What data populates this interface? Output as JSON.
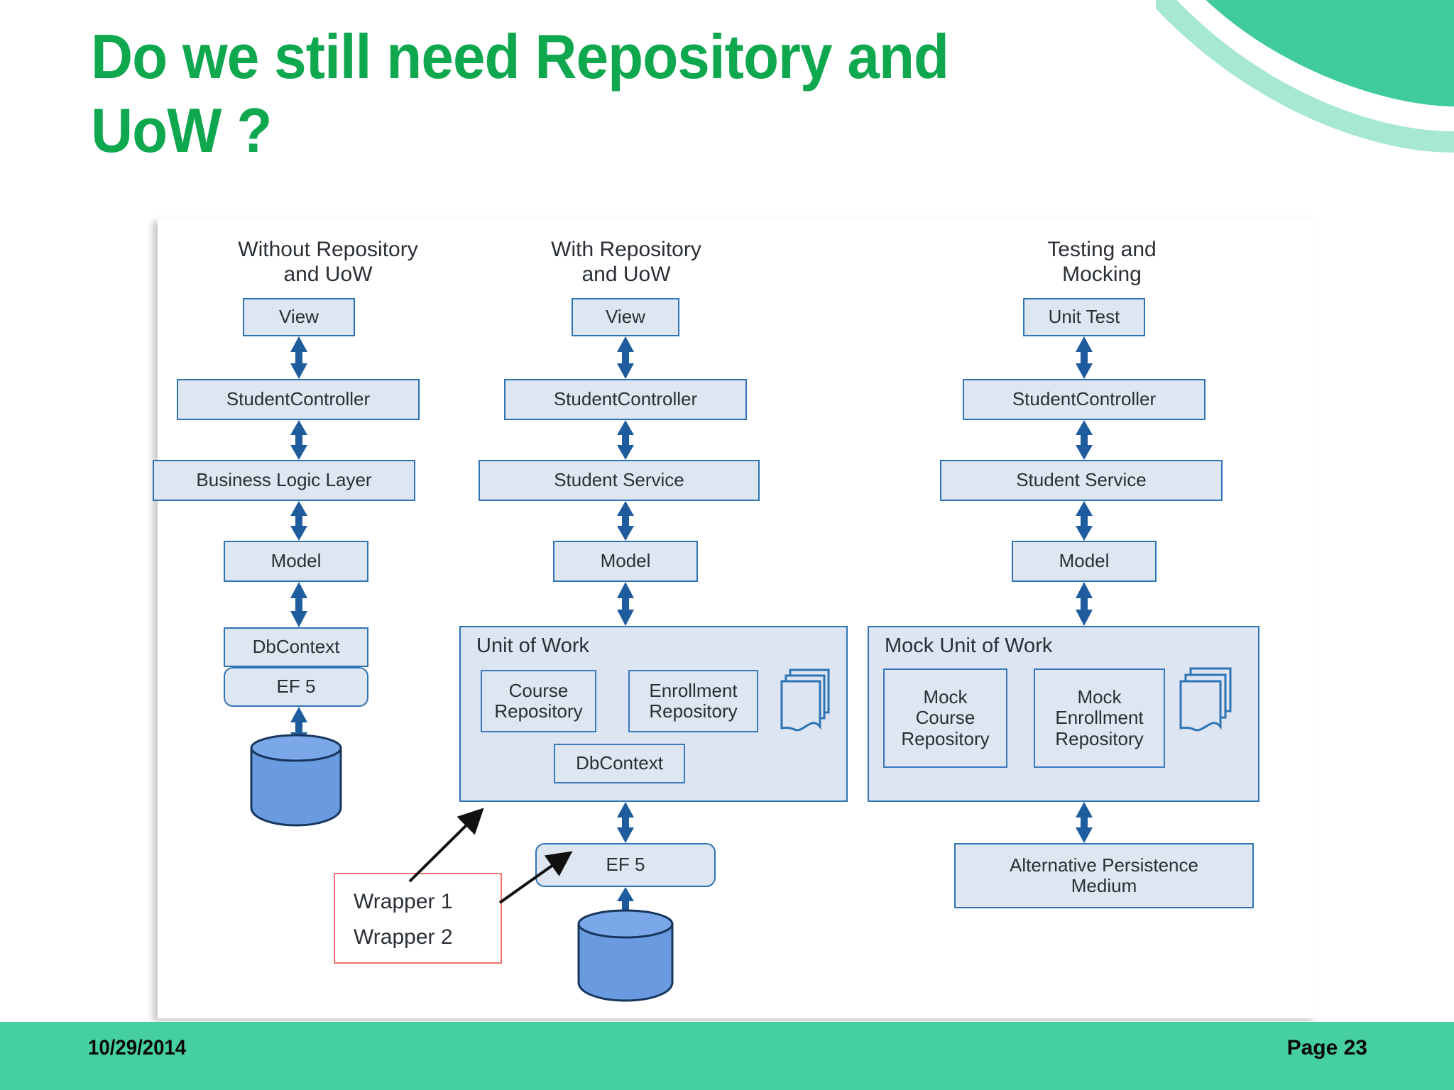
{
  "slide": {
    "title": "Do we still need Repository and\nUoW ?",
    "title_color": "#0FA84F",
    "footer": {
      "date": "10/29/2014",
      "page": "Page 23",
      "bar_color": "#46CFA0"
    },
    "decoration": {
      "swoosh_color_1": "#3FCB9E",
      "swoosh_color_2": "#A6E8D1"
    }
  },
  "diagram": {
    "palette": {
      "box_fill": "#DEE6F1",
      "box_border": "#2E74B5",
      "arrow": "#1F5C9E",
      "cylinder_fill": "#6A9BE0",
      "cylinder_stroke": "#17365D",
      "callout_border": "#F2736F"
    },
    "columns": [
      {
        "heading": "Without Repository\nand UoW",
        "nodes": [
          {
            "label": "View"
          },
          {
            "label": "StudentController"
          },
          {
            "label": "Business Logic Layer"
          },
          {
            "label": "Model"
          },
          {
            "label": "DbContext"
          },
          {
            "label": "EF 5"
          }
        ],
        "has_database": true
      },
      {
        "heading": "With Repository\nand UoW",
        "nodes": [
          {
            "label": "View"
          },
          {
            "label": "StudentController"
          },
          {
            "label": "Student Service"
          },
          {
            "label": "Model"
          }
        ],
        "group": {
          "title": "Unit of Work",
          "children": [
            {
              "label": "Course\nRepository"
            },
            {
              "label": "Enrollment\nRepository"
            },
            {
              "label": "DbContext"
            }
          ],
          "icon": "stacked-documents-icon"
        },
        "after_group": [
          {
            "label": "EF 5"
          }
        ],
        "has_database": true
      },
      {
        "heading": "Testing and\nMocking",
        "nodes": [
          {
            "label": "Unit Test"
          },
          {
            "label": "StudentController"
          },
          {
            "label": "Student Service"
          },
          {
            "label": "Model"
          }
        ],
        "group": {
          "title": "Mock Unit of Work",
          "children": [
            {
              "label": "Mock\nCourse\nRepository"
            },
            {
              "label": "Mock\nEnrollment\nRepository"
            }
          ],
          "icon": "stacked-documents-icon"
        },
        "after_group": [
          {
            "label": "Alternative Persistence\nMedium"
          }
        ],
        "has_database": false
      }
    ],
    "callout": {
      "lines": [
        "Wrapper 1",
        "Wrapper 2"
      ]
    }
  }
}
